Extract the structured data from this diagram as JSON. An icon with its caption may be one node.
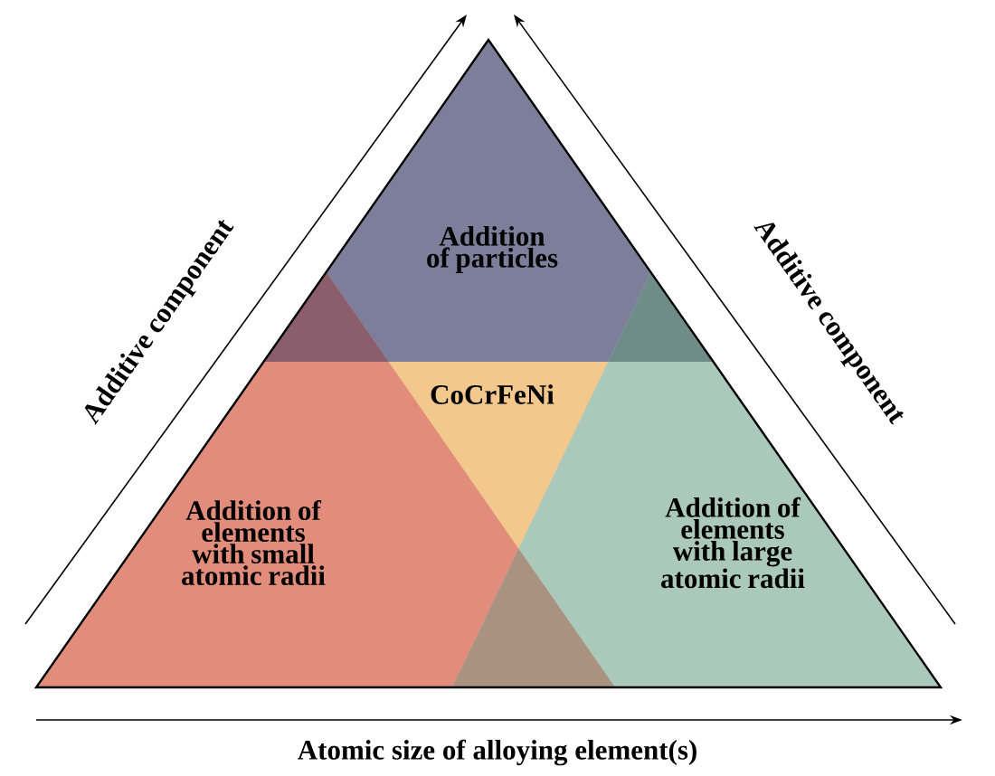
{
  "diagram": {
    "nodes": [
      {
        "text": [
          "Addition of particles"
        ]
      },
      {
        "text": [
          "Addition of elements with small atomic radii"
        ]
      },
      {
        "text": [
          "CoCrFeNi"
        ]
      },
      {
        "text": [
          "Addition of elements with large atomic radii"
        ]
      }
    ],
    "labels": [
      "Additive component",
      "Additive component",
      "Atomic size of alloying element(s)"
    ]
  }
}
